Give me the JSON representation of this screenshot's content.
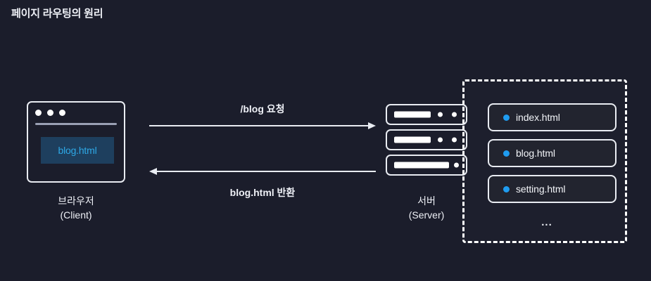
{
  "title": "페이지 라우팅의 원리",
  "colors": {
    "background": "#1b1d2b",
    "stroke": "#e9ecf2",
    "accent_blue": "#1f9cf0",
    "chip_background": "#1e3f5e",
    "chip_text": "#2ea8e6"
  },
  "client": {
    "page_value": "blog.html",
    "caption_line1": "브라우저",
    "caption_line2": "(Client)"
  },
  "arrows": {
    "request_label": "/blog 요청",
    "response_label": "blog.html 반환"
  },
  "server": {
    "caption_line1": "서버",
    "caption_line2": "(Server)"
  },
  "files": {
    "items": [
      {
        "name": "index.html"
      },
      {
        "name": "blog.html"
      },
      {
        "name": "setting.html"
      }
    ],
    "more": "..."
  }
}
